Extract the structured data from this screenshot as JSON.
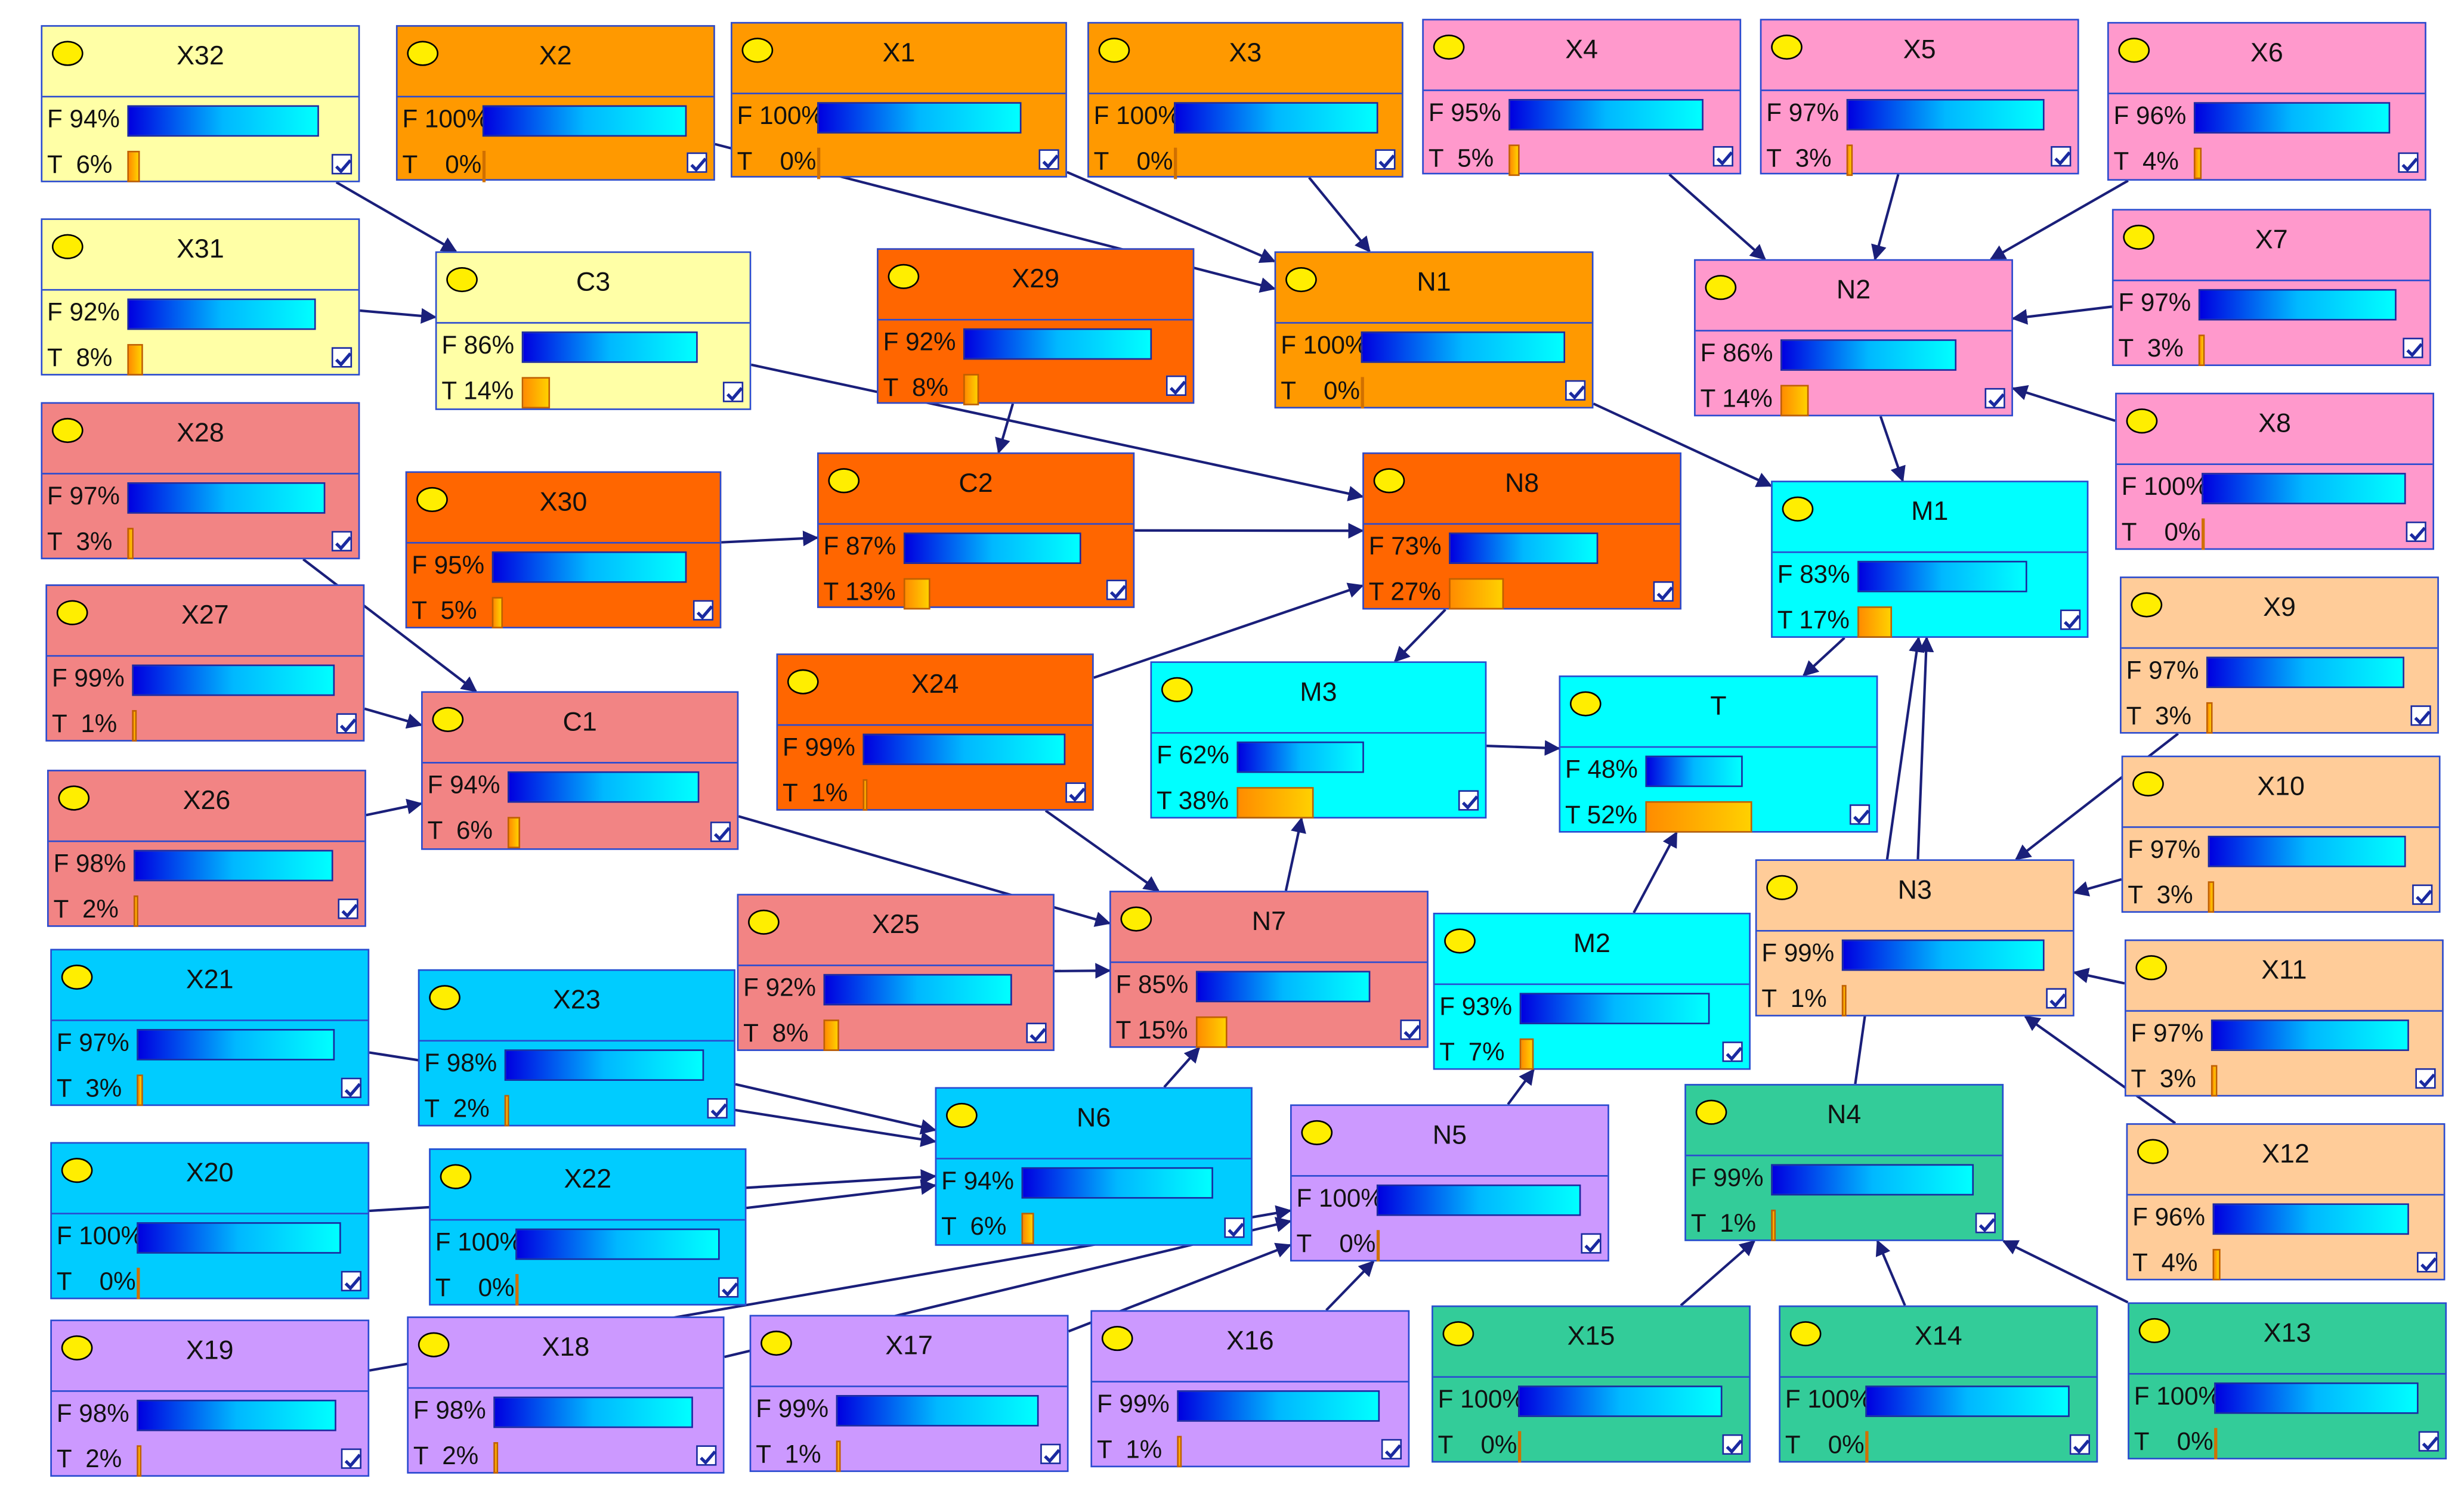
{
  "colors": {
    "arrow": "#1a1f7a",
    "yellow": "#ffffa6",
    "orange": "#ff9900",
    "darkorange": "#ff6600",
    "pink": "#ff99cc",
    "salmon": "#f28484",
    "cyan": "#00ffff",
    "blue": "#00ccff",
    "peach": "#ffcc99",
    "green": "#33cc99",
    "lavender": "#cc99ff"
  },
  "nodes": [
    {
      "id": "X32",
      "title": "X32",
      "f": "F 94%",
      "t": "T  6%",
      "pf": 94,
      "pt": 6,
      "color": "yellow"
    },
    {
      "id": "X2",
      "title": "X2",
      "f": "F 100%",
      "t": "T    0%",
      "pf": 100,
      "pt": 0,
      "color": "orange"
    },
    {
      "id": "X1",
      "title": "X1",
      "f": "F 100%",
      "t": "T    0%",
      "pf": 100,
      "pt": 0,
      "color": "orange"
    },
    {
      "id": "X3",
      "title": "X3",
      "f": "F 100%",
      "t": "T    0%",
      "pf": 100,
      "pt": 0,
      "color": "orange"
    },
    {
      "id": "X4",
      "title": "X4",
      "f": "F 95%",
      "t": "T  5%",
      "pf": 95,
      "pt": 5,
      "color": "pink"
    },
    {
      "id": "X5",
      "title": "X5",
      "f": "F 97%",
      "t": "T  3%",
      "pf": 97,
      "pt": 3,
      "color": "pink"
    },
    {
      "id": "X6",
      "title": "X6",
      "f": "F 96%",
      "t": "T  4%",
      "pf": 96,
      "pt": 4,
      "color": "pink"
    },
    {
      "id": "X31",
      "title": "X31",
      "f": "F 92%",
      "t": "T  8%",
      "pf": 92,
      "pt": 8,
      "color": "yellow"
    },
    {
      "id": "C3",
      "title": "C3",
      "f": "F 86%",
      "t": "T 14%",
      "pf": 86,
      "pt": 14,
      "color": "yellow"
    },
    {
      "id": "X29",
      "title": "X29",
      "f": "F 92%",
      "t": "T  8%",
      "pf": 92,
      "pt": 8,
      "color": "darkorange"
    },
    {
      "id": "N1",
      "title": "N1",
      "f": "F 100%",
      "t": "T    0%",
      "pf": 100,
      "pt": 0,
      "color": "orange"
    },
    {
      "id": "N2",
      "title": "N2",
      "f": "F 86%",
      "t": "T 14%",
      "pf": 86,
      "pt": 14,
      "color": "pink"
    },
    {
      "id": "X7",
      "title": "X7",
      "f": "F 97%",
      "t": "T  3%",
      "pf": 97,
      "pt": 3,
      "color": "pink"
    },
    {
      "id": "X28",
      "title": "X28",
      "f": "F 97%",
      "t": "T  3%",
      "pf": 97,
      "pt": 3,
      "color": "salmon"
    },
    {
      "id": "X30",
      "title": "X30",
      "f": "F 95%",
      "t": "T  5%",
      "pf": 95,
      "pt": 5,
      "color": "darkorange"
    },
    {
      "id": "C2",
      "title": "C2",
      "f": "F 87%",
      "t": "T 13%",
      "pf": 87,
      "pt": 13,
      "color": "darkorange"
    },
    {
      "id": "N8",
      "title": "N8",
      "f": "F 73%",
      "t": "T 27%",
      "pf": 73,
      "pt": 27,
      "color": "darkorange"
    },
    {
      "id": "X8",
      "title": "X8",
      "f": "F 100%",
      "t": "T    0%",
      "pf": 100,
      "pt": 0,
      "color": "pink"
    },
    {
      "id": "M1",
      "title": "M1",
      "f": "F 83%",
      "t": "T 17%",
      "pf": 83,
      "pt": 17,
      "color": "cyan"
    },
    {
      "id": "X9",
      "title": "X9",
      "f": "F 97%",
      "t": "T  3%",
      "pf": 97,
      "pt": 3,
      "color": "peach"
    },
    {
      "id": "X27",
      "title": "X27",
      "f": "F 99%",
      "t": "T  1%",
      "pf": 99,
      "pt": 1,
      "color": "salmon"
    },
    {
      "id": "C1",
      "title": "C1",
      "f": "F 94%",
      "t": "T  6%",
      "pf": 94,
      "pt": 6,
      "color": "salmon"
    },
    {
      "id": "X24",
      "title": "X24",
      "f": "F 99%",
      "t": "T  1%",
      "pf": 99,
      "pt": 1,
      "color": "darkorange"
    },
    {
      "id": "M3",
      "title": "M3",
      "f": "F 62%",
      "t": "T 38%",
      "pf": 62,
      "pt": 38,
      "color": "cyan"
    },
    {
      "id": "T",
      "title": "T",
      "f": "F 48%",
      "t": "T 52%",
      "pf": 48,
      "pt": 52,
      "color": "cyan"
    },
    {
      "id": "X10",
      "title": "X10",
      "f": "F 97%",
      "t": "T  3%",
      "pf": 97,
      "pt": 3,
      "color": "peach"
    },
    {
      "id": "X26",
      "title": "X26",
      "f": "F 98%",
      "t": "T  2%",
      "pf": 98,
      "pt": 2,
      "color": "salmon"
    },
    {
      "id": "N3",
      "title": "N3",
      "f": "F 99%",
      "t": "T  1%",
      "pf": 99,
      "pt": 1,
      "color": "peach"
    },
    {
      "id": "X25",
      "title": "X25",
      "f": "F 92%",
      "t": "T  8%",
      "pf": 92,
      "pt": 8,
      "color": "salmon"
    },
    {
      "id": "N7",
      "title": "N7",
      "f": "F 85%",
      "t": "T 15%",
      "pf": 85,
      "pt": 15,
      "color": "salmon"
    },
    {
      "id": "M2",
      "title": "M2",
      "f": "F 93%",
      "t": "T  7%",
      "pf": 93,
      "pt": 7,
      "color": "cyan"
    },
    {
      "id": "X21",
      "title": "X21",
      "f": "F 97%",
      "t": "T  3%",
      "pf": 97,
      "pt": 3,
      "color": "blue"
    },
    {
      "id": "X23",
      "title": "X23",
      "f": "F 98%",
      "t": "T  2%",
      "pf": 98,
      "pt": 2,
      "color": "blue"
    },
    {
      "id": "X11",
      "title": "X11",
      "f": "F 97%",
      "t": "T  3%",
      "pf": 97,
      "pt": 3,
      "color": "peach"
    },
    {
      "id": "N4",
      "title": "N4",
      "f": "F 99%",
      "t": "T  1%",
      "pf": 99,
      "pt": 1,
      "color": "green"
    },
    {
      "id": "N6",
      "title": "N6",
      "f": "F 94%",
      "t": "T  6%",
      "pf": 94,
      "pt": 6,
      "color": "blue"
    },
    {
      "id": "N5",
      "title": "N5",
      "f": "F 100%",
      "t": "T    0%",
      "pf": 100,
      "pt": 0,
      "color": "lavender"
    },
    {
      "id": "X20",
      "title": "X20",
      "f": "F 100%",
      "t": "T    0%",
      "pf": 100,
      "pt": 0,
      "color": "blue"
    },
    {
      "id": "X22",
      "title": "X22",
      "f": "F 100%",
      "t": "T    0%",
      "pf": 100,
      "pt": 0,
      "color": "blue"
    },
    {
      "id": "X12",
      "title": "X12",
      "f": "F 96%",
      "t": "T  4%",
      "pf": 96,
      "pt": 4,
      "color": "peach"
    },
    {
      "id": "X19",
      "title": "X19",
      "f": "F 98%",
      "t": "T  2%",
      "pf": 98,
      "pt": 2,
      "color": "lavender"
    },
    {
      "id": "X18",
      "title": "X18",
      "f": "F 98%",
      "t": "T  2%",
      "pf": 98,
      "pt": 2,
      "color": "lavender"
    },
    {
      "id": "X17",
      "title": "X17",
      "f": "F 99%",
      "t": "T  1%",
      "pf": 99,
      "pt": 1,
      "color": "lavender"
    },
    {
      "id": "X16",
      "title": "X16",
      "f": "F 99%",
      "t": "T  1%",
      "pf": 99,
      "pt": 1,
      "color": "lavender"
    },
    {
      "id": "X15",
      "title": "X15",
      "f": "F 100%",
      "t": "T    0%",
      "pf": 100,
      "pt": 0,
      "color": "green"
    },
    {
      "id": "X14",
      "title": "X14",
      "f": "F 100%",
      "t": "T    0%",
      "pf": 100,
      "pt": 0,
      "color": "green"
    },
    {
      "id": "X13",
      "title": "X13",
      "f": "F 100%",
      "t": "T    0%",
      "pf": 100,
      "pt": 0,
      "color": "green"
    }
  ],
  "edges": [
    [
      "X32",
      "C3"
    ],
    [
      "X31",
      "C3"
    ],
    [
      "C3",
      "N8"
    ],
    [
      "X2",
      "N1"
    ],
    [
      "X1",
      "N1"
    ],
    [
      "X3",
      "N1"
    ],
    [
      "X29",
      "C2"
    ],
    [
      "X30",
      "C2"
    ],
    [
      "C2",
      "N8"
    ],
    [
      "X24",
      "N8"
    ],
    [
      "N8",
      "M3"
    ],
    [
      "N1",
      "M1"
    ],
    [
      "X4",
      "N2"
    ],
    [
      "X5",
      "N2"
    ],
    [
      "X6",
      "N2"
    ],
    [
      "X7",
      "N2"
    ],
    [
      "X8",
      "N2"
    ],
    [
      "N2",
      "M1"
    ],
    [
      "M1",
      "T"
    ],
    [
      "M3",
      "T"
    ],
    [
      "M2",
      "T"
    ],
    [
      "N3",
      "M1"
    ],
    [
      "X9",
      "N3"
    ],
    [
      "X10",
      "N3"
    ],
    [
      "X11",
      "N3"
    ],
    [
      "X12",
      "N3"
    ],
    [
      "X28",
      "C1"
    ],
    [
      "X27",
      "C1"
    ],
    [
      "X26",
      "C1"
    ],
    [
      "C1",
      "N7"
    ],
    [
      "X24",
      "N7"
    ],
    [
      "X25",
      "N7"
    ],
    [
      "N7",
      "M3"
    ],
    [
      "N6",
      "N7"
    ],
    [
      "X21",
      "N6"
    ],
    [
      "X23",
      "N6"
    ],
    [
      "X22",
      "N6"
    ],
    [
      "X20",
      "N6"
    ],
    [
      "N5",
      "M2"
    ],
    [
      "X18",
      "N5"
    ],
    [
      "X17",
      "N5"
    ],
    [
      "X16",
      "N5"
    ],
    [
      "X19",
      "N5"
    ],
    [
      "X15",
      "N4"
    ],
    [
      "X14",
      "N4"
    ],
    [
      "X13",
      "N4"
    ],
    [
      "N4",
      "M1"
    ]
  ]
}
